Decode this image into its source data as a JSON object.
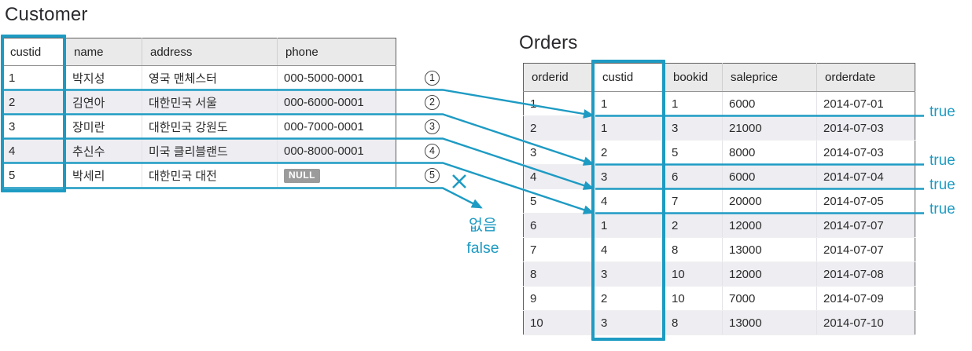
{
  "accent_color": "#1e9bc3",
  "customer": {
    "title": "Customer",
    "columns": [
      "custid",
      "name",
      "address",
      "phone"
    ],
    "highlight_column": "custid",
    "rows": [
      [
        "1",
        "박지성",
        "영국 맨체스터",
        "000-5000-0001"
      ],
      [
        "2",
        "김연아",
        "대한민국 서울",
        "000-6000-0001"
      ],
      [
        "3",
        "장미란",
        "대한민국 강원도",
        "000-7000-0001"
      ],
      [
        "4",
        "추신수",
        "미국 클리블랜드",
        "000-8000-0001"
      ],
      [
        "5",
        "박세리",
        "대한민국 대전",
        "NULL"
      ]
    ]
  },
  "orders": {
    "title": "Orders",
    "columns": [
      "orderid",
      "custid",
      "bookid",
      "saleprice",
      "orderdate"
    ],
    "highlight_column": "custid",
    "rows": [
      [
        "1",
        "1",
        "1",
        "6000",
        "2014-07-01"
      ],
      [
        "2",
        "1",
        "3",
        "21000",
        "2014-07-03"
      ],
      [
        "3",
        "2",
        "5",
        "8000",
        "2014-07-03"
      ],
      [
        "4",
        "3",
        "6",
        "6000",
        "2014-07-04"
      ],
      [
        "5",
        "4",
        "7",
        "20000",
        "2014-07-05"
      ],
      [
        "6",
        "1",
        "2",
        "12000",
        "2014-07-07"
      ],
      [
        "7",
        "4",
        "8",
        "13000",
        "2014-07-07"
      ],
      [
        "8",
        "3",
        "10",
        "12000",
        "2014-07-08"
      ],
      [
        "9",
        "2",
        "10",
        "7000",
        "2014-07-09"
      ],
      [
        "10",
        "3",
        "8",
        "13000",
        "2014-07-10"
      ]
    ]
  },
  "markers": [
    "1",
    "2",
    "3",
    "4",
    "5"
  ],
  "match_results": {
    "true_labels": [
      "true",
      "true",
      "true",
      "true"
    ],
    "no_match": {
      "x_mark": "✗",
      "none_label": "없음",
      "false_label": "false"
    }
  },
  "null_badge": "NULL"
}
